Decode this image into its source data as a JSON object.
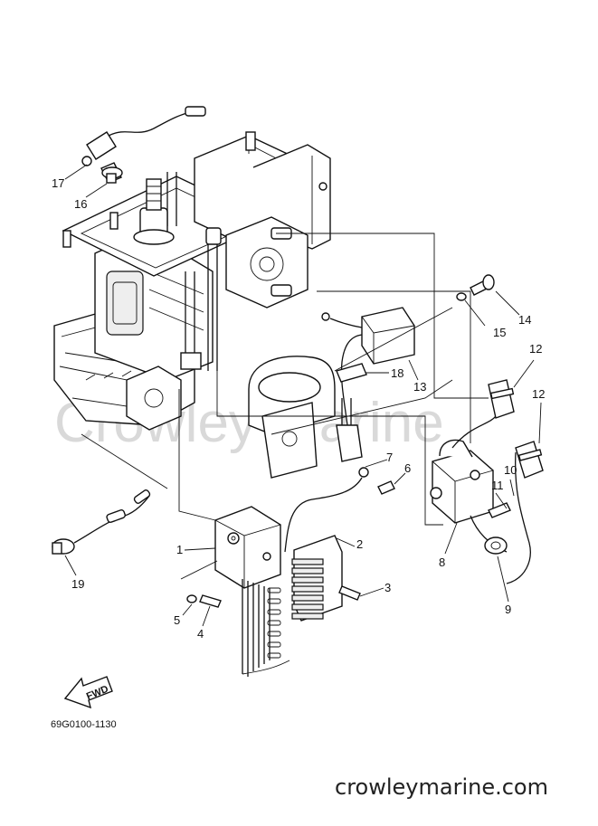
{
  "callouts": [
    "1",
    "2",
    "3",
    "4",
    "5",
    "6",
    "7",
    "8",
    "9",
    "10",
    "11",
    "12",
    "12",
    "13",
    "14",
    "15",
    "16",
    "17",
    "18",
    "19"
  ],
  "diagram_code": "69G0100-1130",
  "fwd_label": "FWD",
  "site": "crowleymarine.com",
  "watermark": "Crowley Marine",
  "colors": {
    "ink": "#111111",
    "watermark": "#d9d9d9",
    "background": "#ffffff"
  }
}
